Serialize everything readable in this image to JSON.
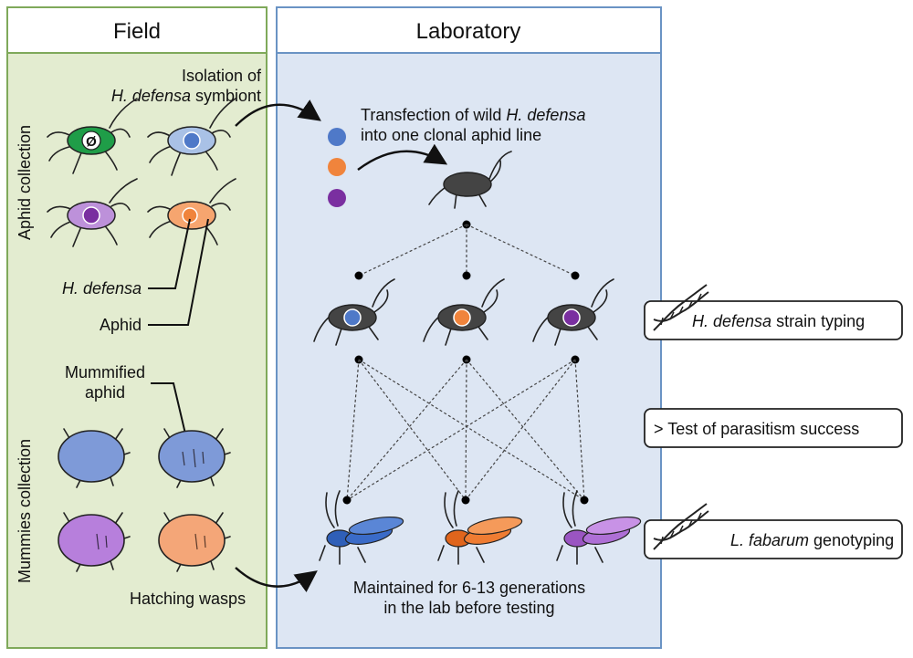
{
  "panels": {
    "field": {
      "header": "Field",
      "background": "#e3ecd0",
      "border": "#7fa95a"
    },
    "laboratory": {
      "header": "Laboratory",
      "background": "#dde6f3",
      "border": "#6a93c4"
    }
  },
  "field": {
    "aphid_collection_label": "Aphid collection",
    "mummies_collection_label": "Mummies collection",
    "isolation_line1": "Isolation of",
    "isolation_line2_italic": "H. defensa",
    "isolation_line2_rest": " symbiont",
    "h_defensa_label": "H. defensa",
    "aphid_label": "Aphid",
    "mummified_line1": "Mummified",
    "mummified_line2": "aphid",
    "hatching_wasps_label": "Hatching wasps",
    "no_symbiont_symbol": "Ø"
  },
  "laboratory": {
    "transfection_line1_pre": "Transfection of wild ",
    "transfection_line1_italic": "H. defensa",
    "transfection_line2": "into one clonal aphid line",
    "maintained_line1": "Maintained for 6-13 generations",
    "maintained_line2": "in the lab before testing"
  },
  "side_boxes": {
    "strain_typing_italic": "H. defensa",
    "strain_typing_rest": " strain typing",
    "parasitism_test": "> Test of parasitism success",
    "genotyping_italic": "L. fabarum",
    "genotyping_rest": " genotyping"
  },
  "colors": {
    "blue": "#4f79c8",
    "orange": "#f0843c",
    "purple": "#7a2fa0",
    "green": "#1f9d48",
    "dark_aphid": "#444444",
    "mummy_blue": "#7e9ad8",
    "mummy_purple": "#b77fdc",
    "mummy_orange": "#f4a678",
    "aphid_blue": "#a9c1e6",
    "aphid_purple": "#bd91da",
    "aphid_orange": "#f6a56f"
  }
}
